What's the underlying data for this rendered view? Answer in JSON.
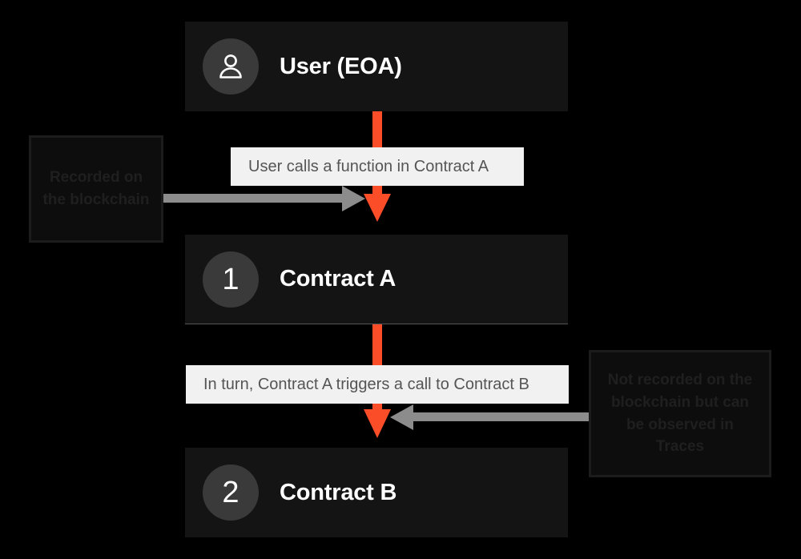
{
  "diagram": {
    "title": "Contract call flow: User EOA to Contract A to Contract B",
    "background_color": "#000000",
    "accent_color": "#FA4D28",
    "card_color": "#141414",
    "chip_color": "#F1F1F1",
    "badge_color": "#3A3A3A",
    "gray_arrow_color": "#8C8C8C"
  },
  "nodes": [
    {
      "id": "user",
      "badge": "",
      "badge_icon": "person-icon",
      "label": "User (EOA)"
    },
    {
      "id": "contract-a",
      "badge": "1",
      "badge_icon": "",
      "label": "Contract A"
    },
    {
      "id": "contract-b",
      "badge": "2",
      "badge_icon": "",
      "label": "Contract B"
    }
  ],
  "captions": [
    {
      "id": "caption-1",
      "text": "User calls a function in Contract A"
    },
    {
      "id": "caption-2",
      "text": "In turn, Contract A triggers a call to Contract B"
    }
  ],
  "notes": [
    {
      "id": "note-left",
      "text": "Recorded on the blockchain",
      "points_to": "caption-1",
      "direction": "right"
    },
    {
      "id": "note-right",
      "text": "Not recorded on the blockchain but can be observed in Traces",
      "points_to": "caption-2",
      "direction": "left"
    }
  ]
}
